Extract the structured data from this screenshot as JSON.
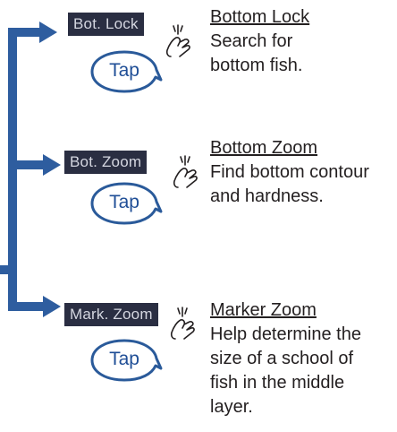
{
  "colors": {
    "connector": "#2e5d9f",
    "button_bg": "#2a2e42",
    "button_text": "#d4d6e0",
    "bubble_border": "#2a5a9a",
    "bubble_text": "#1f4e96",
    "description_text": "#231f20"
  },
  "items": [
    {
      "button_label": "Bot. Lock",
      "tap_label": "Tap",
      "gesture_icon": "tap-hand-icon",
      "title": "Bottom Lock",
      "description_lines": [
        "Search for",
        "bottom fish."
      ]
    },
    {
      "button_label": "Bot. Zoom",
      "tap_label": "Tap",
      "gesture_icon": "tap-hand-icon",
      "title": "Bottom Zoom",
      "description_lines": [
        "Find bottom contour",
        "and hardness."
      ]
    },
    {
      "button_label": "Mark. Zoom",
      "tap_label": "Tap",
      "gesture_icon": "tap-hand-icon",
      "title": "Marker Zoom",
      "description_lines": [
        "Help determine the",
        "size of a school of",
        "fish in the middle",
        "layer."
      ]
    }
  ]
}
